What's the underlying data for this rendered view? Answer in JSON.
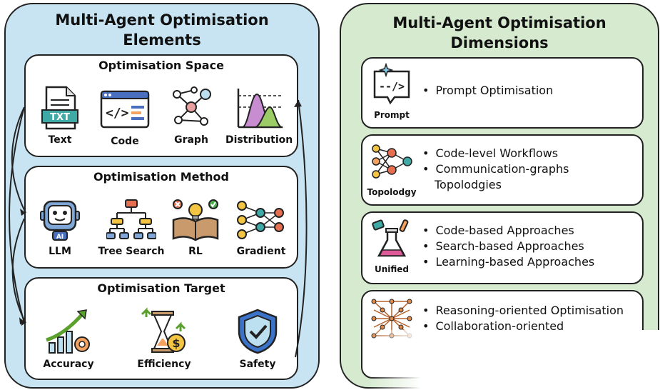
{
  "elements_panel": {
    "title_line1": "Multi-Agent Optimisation",
    "title_line2": "Elements",
    "space": {
      "title": "Optimisation Space",
      "items": [
        "Text",
        "Code",
        "Graph",
        "Distribution"
      ],
      "txt_label": "TXT"
    },
    "method": {
      "title": "Optimisation Method",
      "items": [
        "LLM",
        "Tree Search",
        "RL",
        "Gradient"
      ],
      "ai_label": "AI"
    },
    "target": {
      "title": "Optimisation Target",
      "items": [
        "Accuracy",
        "Efficiency",
        "Safety"
      ]
    }
  },
  "dimensions_panel": {
    "title_line1": "Multi-Agent Optimisation",
    "title_line2": "Dimensions",
    "prompt": {
      "icon_label": "Prompt",
      "bullets": [
        "Prompt Optimisation"
      ]
    },
    "topology": {
      "icon_label": "Topolodgy",
      "bullets": [
        "Code-level Workflows",
        "Communication-graphs"
      ],
      "continuation": "Topolodgies"
    },
    "unified": {
      "icon_label": "Unified",
      "bullets": [
        "Code-based Approaches",
        "Search-based Approaches",
        "Learning-based Approaches"
      ]
    },
    "oriented": {
      "bullets": [
        "Reasoning-oriented Optimisation",
        "Collaboration-oriented"
      ]
    }
  }
}
